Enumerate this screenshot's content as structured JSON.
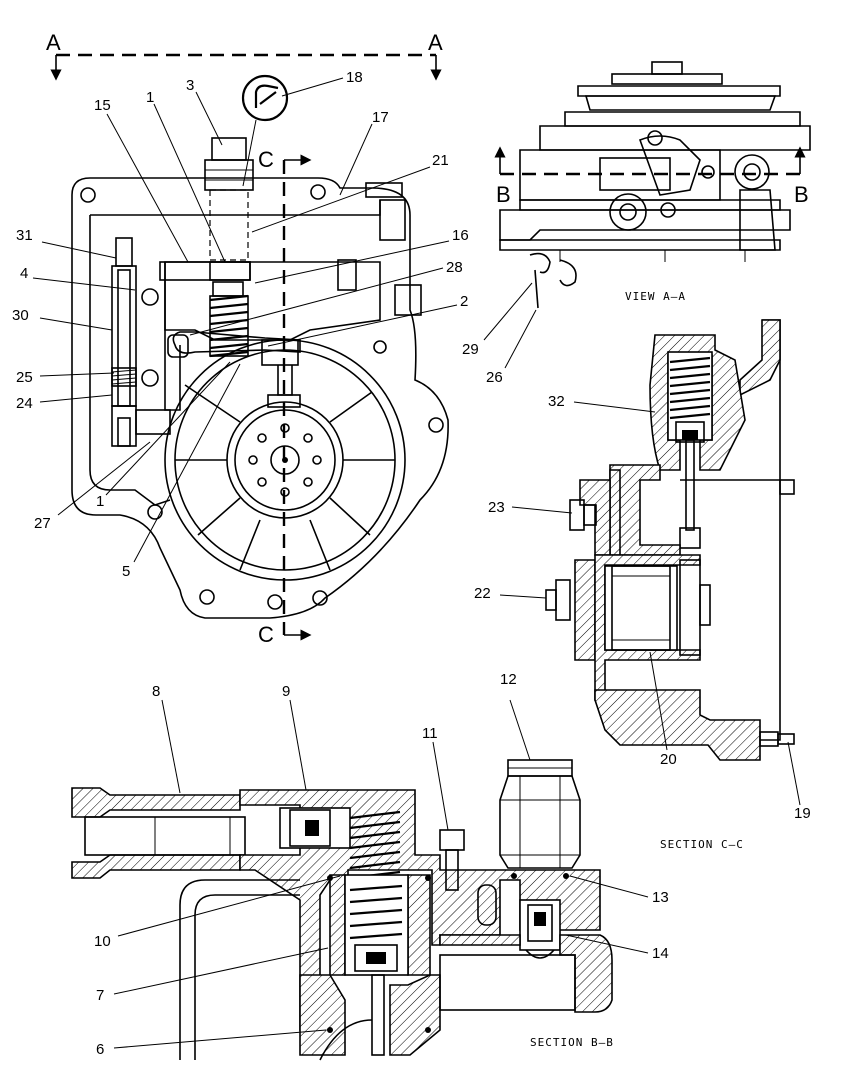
{
  "section_marks": {
    "a": "A",
    "b": "B",
    "c": "C"
  },
  "captions": {
    "view_a": "VIEW A—A",
    "section_c": "SECTION C—C",
    "section_b": "SECTION B—B"
  },
  "callouts": [
    {
      "id": "c1a",
      "text": "1"
    },
    {
      "id": "c3",
      "text": "3"
    },
    {
      "id": "c18",
      "text": "18"
    },
    {
      "id": "c15",
      "text": "15"
    },
    {
      "id": "c17",
      "text": "17"
    },
    {
      "id": "c21",
      "text": "21"
    },
    {
      "id": "c31",
      "text": "31"
    },
    {
      "id": "c16",
      "text": "16"
    },
    {
      "id": "c4",
      "text": "4"
    },
    {
      "id": "c28",
      "text": "28"
    },
    {
      "id": "c30",
      "text": "30"
    },
    {
      "id": "c2",
      "text": "2"
    },
    {
      "id": "c25",
      "text": "25"
    },
    {
      "id": "c24",
      "text": "24"
    },
    {
      "id": "c27",
      "text": "27"
    },
    {
      "id": "c1b",
      "text": "1"
    },
    {
      "id": "c5",
      "text": "5"
    },
    {
      "id": "c29",
      "text": "29"
    },
    {
      "id": "c26",
      "text": "26"
    },
    {
      "id": "c32",
      "text": "32"
    },
    {
      "id": "c23",
      "text": "23"
    },
    {
      "id": "c22",
      "text": "22"
    },
    {
      "id": "c20",
      "text": "20"
    },
    {
      "id": "c19",
      "text": "19"
    },
    {
      "id": "c8",
      "text": "8"
    },
    {
      "id": "c9",
      "text": "9"
    },
    {
      "id": "c12",
      "text": "12"
    },
    {
      "id": "c11",
      "text": "11"
    },
    {
      "id": "c13",
      "text": "13"
    },
    {
      "id": "c14",
      "text": "14"
    },
    {
      "id": "c10",
      "text": "10"
    },
    {
      "id": "c7",
      "text": "7"
    },
    {
      "id": "c6",
      "text": "6"
    }
  ]
}
